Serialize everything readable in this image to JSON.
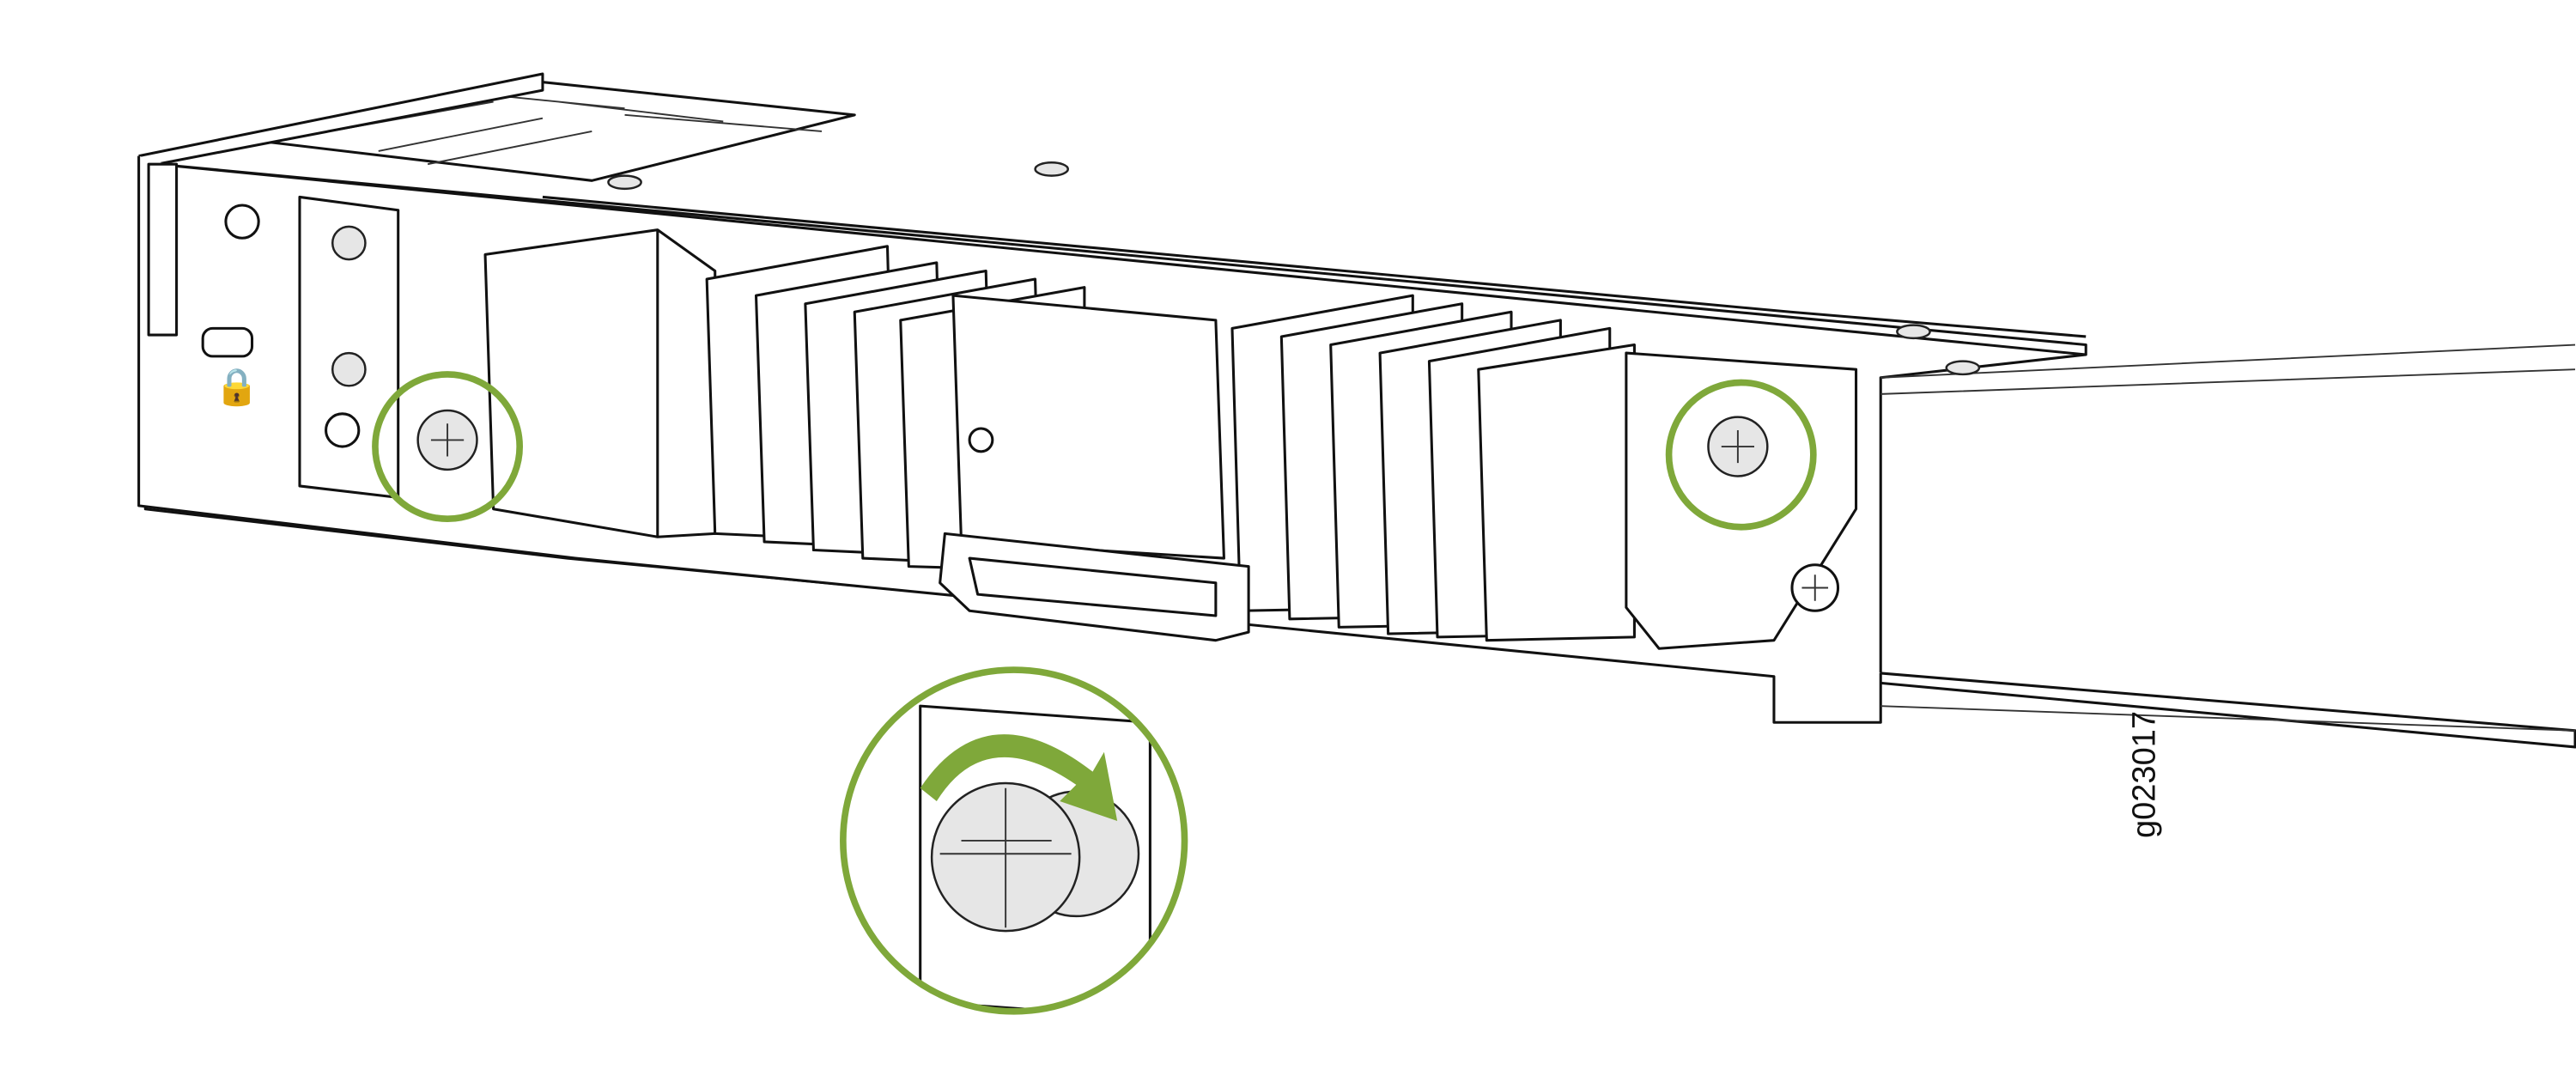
{
  "figure": {
    "label": "g023017",
    "highlight_color": "#7fa83a",
    "callouts": [
      "captive-screw-left",
      "captive-screw-right",
      "captive-screw-detail"
    ],
    "action": "tighten-clockwise"
  }
}
